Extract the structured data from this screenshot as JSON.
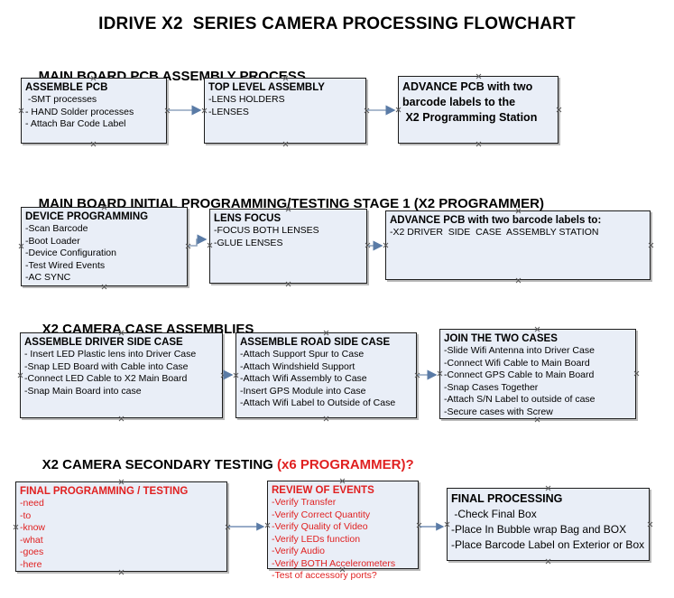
{
  "document": {
    "title": "IDRIVE X2  SERIES CAMERA PROCESSING FLOWCHART"
  },
  "colors": {
    "node_fill": "#e9eef7",
    "node_border": "#1c1c1c",
    "red_text": "#e02020",
    "black_text": "#000000",
    "arrow": "#7e93ad"
  },
  "sections": [
    {
      "heading": "MAIN BOARD PCB ASSEMBLY PROCESS",
      "heading_red": ""
    },
    {
      "heading": "MAIN BOARD INITIAL PROGRAMMING/TESTING STAGE 1 (X2 PROGRAMMER)",
      "heading_red": ""
    },
    {
      "heading": "X2 CAMERA CASE ASSEMBLIES",
      "heading_red": ""
    },
    {
      "heading": "X2 CAMERA SECONDARY TESTING ",
      "heading_red": "(x6 PROGRAMMER)?"
    }
  ],
  "nodes": {
    "assemble_pcb": {
      "title": "ASSEMBLE PCB",
      "lines": [
        " -SMT processes",
        "- HAND Solder processes",
        "- Attach Bar Code Label"
      ]
    },
    "top_level_assembly": {
      "title": "TOP LEVEL ASSEMBLY",
      "lines": [
        "-LENS HOLDERS",
        "-LENSES"
      ]
    },
    "advance_pcb_station": {
      "title_l1": "ADVANCE PCB with two",
      "title_l2": "barcode labels to the",
      "title_l3": " X2 Programming Station"
    },
    "device_programming": {
      "title": "DEVICE PROGRAMMING",
      "lines": [
        "-Scan Barcode",
        "-Boot Loader",
        "-Device Configuration",
        "-Test Wired Events",
        "-AC SYNC"
      ]
    },
    "lens_focus": {
      "title": "LENS FOCUS",
      "lines": [
        "-FOCUS BOTH LENSES",
        "-GLUE LENSES"
      ]
    },
    "advance_pcb_driver": {
      "title": "ADVANCE PCB with two barcode labels to:",
      "lines": [
        "-X2 DRIVER  SIDE  CASE  ASSEMBLY STATION"
      ]
    },
    "assemble_driver_side": {
      "title": "ASSEMBLE DRIVER SIDE CASE",
      "lines": [
        "- Insert LED Plastic lens into Driver Case",
        "-Snap LED Board with Cable into Case",
        "-Connect LED Cable to X2 Main Board",
        "-Snap Main Board into case"
      ]
    },
    "assemble_road_side": {
      "title": "ASSEMBLE ROAD SIDE CASE",
      "lines": [
        "-Attach Support Spur to Case",
        "-Attach Windshield Support",
        "-Attach Wifi Assembly to Case",
        "-Insert GPS Module into Case",
        "-Attach Wifi Label to Outside of Case"
      ]
    },
    "join_two_cases": {
      "title": "JOIN THE TWO CASES",
      "lines": [
        "-Slide Wifi Antenna into Driver Case",
        "-Connect Wifi Cable to Main Board",
        "-Connect GPS Cable to Main Board",
        "-Snap Cases Together",
        "-Attach S/N Label to outside of case",
        "-Secure cases with Screw"
      ]
    },
    "final_programming": {
      "title": "FINAL PROGRAMMING / TESTING",
      "lines": [
        "-need",
        "-to",
        "-know",
        "-what",
        "-goes",
        "-here"
      ]
    },
    "review_of_events": {
      "title": "REVIEW OF EVENTS",
      "lines": [
        "-Verify Transfer",
        "-Verify Correct Quantity",
        "-Verify Quality of Video",
        "-Verify LEDs function",
        "-Verify Audio",
        "-Verify BOTH Accelerometers",
        "-Test of accessory ports?"
      ]
    },
    "final_processing": {
      "title": "FINAL PROCESSING",
      "lines": [
        " -Check Final Box",
        "-Place In Bubble wrap Bag and BOX",
        "-Place Barcode Label on Exterior or Box"
      ]
    }
  }
}
